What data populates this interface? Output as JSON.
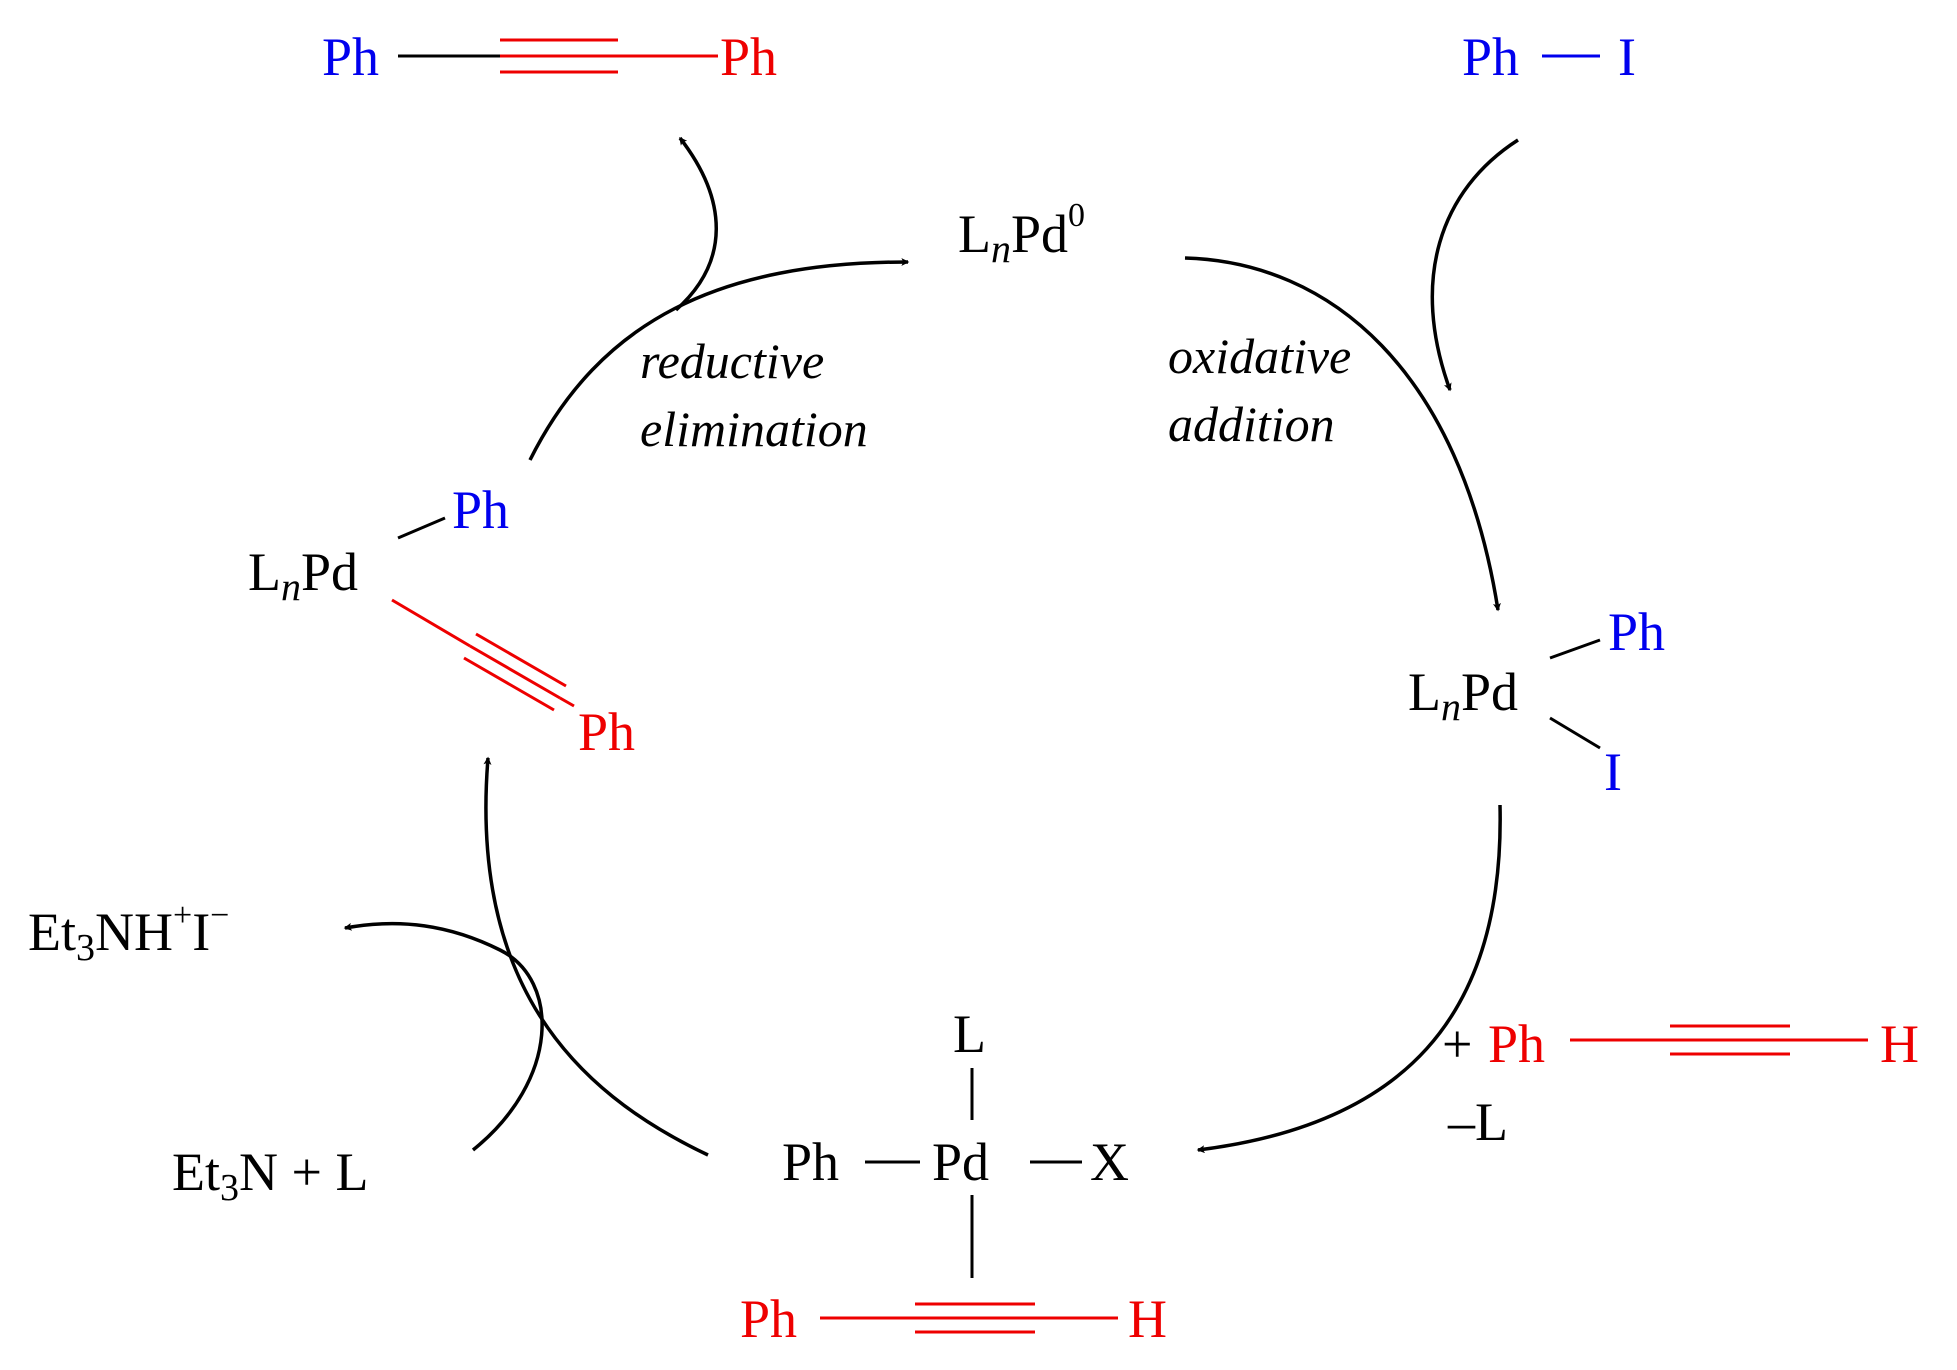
{
  "colors": {
    "blue": "#0000ee",
    "red": "#ee0000",
    "black": "#000000"
  },
  "top_product": {
    "left": "Ph",
    "right": "Ph"
  },
  "phi": {
    "ph": "Ph",
    "i": "I"
  },
  "pd0": {
    "l": "L",
    "n": "n",
    "pd": "Pd",
    "sup": "0"
  },
  "steps": {
    "re1": "reductive",
    "re2": "elimination",
    "oa1": "oxidative",
    "oa2": "addition"
  },
  "oa_complex": {
    "l": "L",
    "n": "n",
    "pd": "Pd",
    "ph": "Ph",
    "i": "I"
  },
  "re_complex": {
    "l": "L",
    "n": "n",
    "pd": "Pd",
    "ph_top": "Ph",
    "ph_bottom": "Ph"
  },
  "alkyne_reagent": {
    "plus": "+",
    "ph": "Ph",
    "h": "H",
    "minus_l": "–L"
  },
  "pd_complex": {
    "l": "L",
    "ph": "Ph",
    "pd": "Pd",
    "x": "X",
    "alk_ph": "Ph",
    "alk_h": "H"
  },
  "base": {
    "salt_main": "Et",
    "salt_sub": "3",
    "salt_nh": "NH",
    "salt_plus": "+",
    "salt_i": "I",
    "salt_minus": "−",
    "et3n_main": "Et",
    "et3n_sub": "3",
    "et3n_rest": "N + L"
  }
}
